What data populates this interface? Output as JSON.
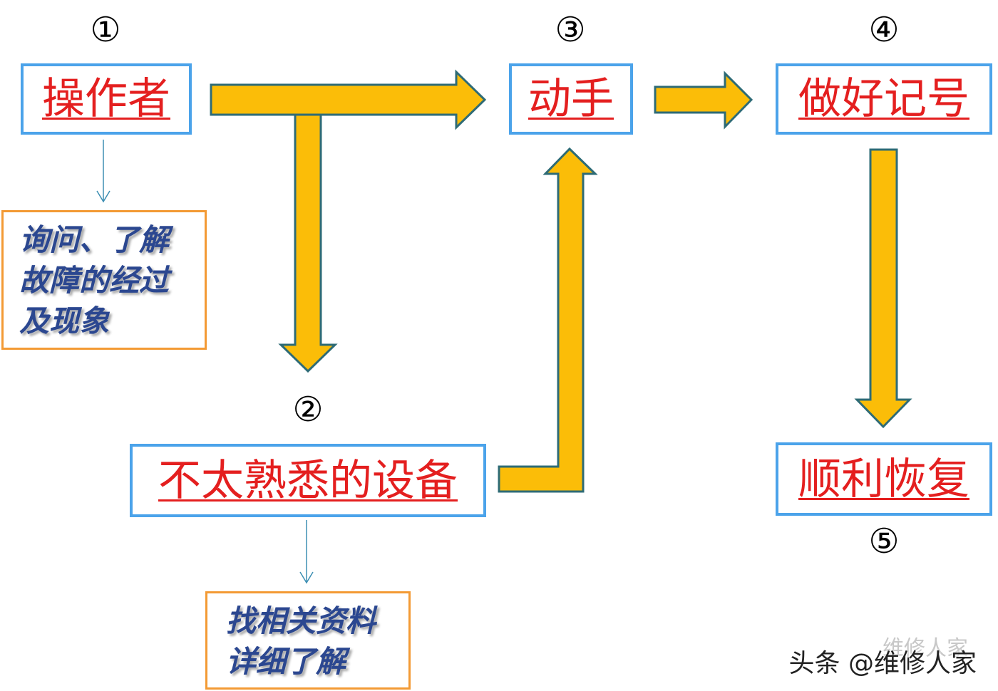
{
  "steps": [
    {
      "num": "①",
      "label": "操作者"
    },
    {
      "num": "②",
      "label": "不太熟悉的设备"
    },
    {
      "num": "③",
      "label": "动手"
    },
    {
      "num": "④",
      "label": "做好记号"
    },
    {
      "num": "⑤",
      "label": "顺利恢复"
    }
  ],
  "notes": {
    "operator": [
      "询问、了解",
      "故障的经过",
      "及现象"
    ],
    "device": [
      "找相关资料",
      "详细了解"
    ]
  },
  "watermark": {
    "faint": "维修人家",
    "main": "头条 @维修人家"
  },
  "colors": {
    "arrow_fill": "#fbbd08",
    "arrow_outline": "#2e6b76",
    "box_border": "#4ba3ea",
    "note_border": "#f39a34",
    "title_text": "#e41f1f",
    "note_text": "#2b4790",
    "thin_arrow": "#3d8fb3"
  }
}
